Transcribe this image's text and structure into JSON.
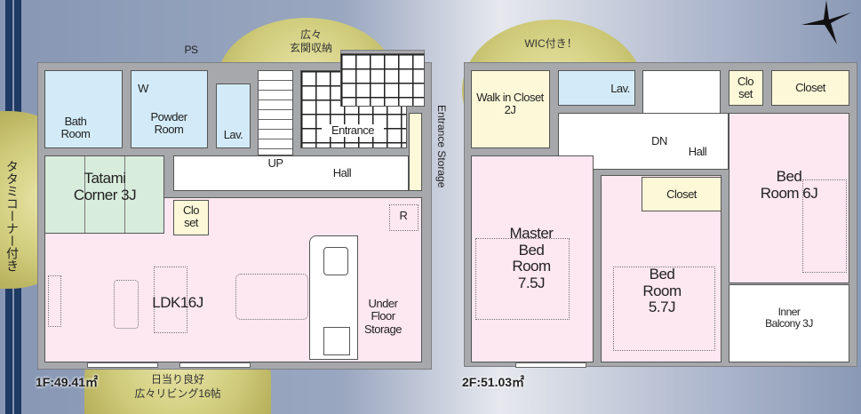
{
  "callouts": {
    "storage": "広々\n玄関収納",
    "tatami": "タタミコーナー付き",
    "living_1": "日当り良好",
    "living_2": "広々リビング16帖",
    "wic": "WIC付き！"
  },
  "floor1": {
    "area": "1F:49.41㎡",
    "rooms": {
      "bath": "Bath Room",
      "powder": "Powder Room",
      "washer": "W",
      "ps": "PS",
      "lav": "Lav.",
      "up": "UP",
      "entrance": "Entrance",
      "entrance_storage": "Entrance Storage",
      "hall": "Hall",
      "tatami": "Tatami Corner 3J",
      "closet": "Clo set",
      "ldk": "LDK16J",
      "under_floor": "Under Floor Storage",
      "r": "R"
    }
  },
  "floor2": {
    "area": "2F:51.03㎡",
    "rooms": {
      "wic": "Walk in Closet 2J",
      "lav": "Lav.",
      "dn": "DN",
      "hall": "Hall",
      "closet_small": "Clo set",
      "closet_top": "Closet",
      "master": "Master Bed Room 7.5J",
      "bed57": "Bed Room 5.7J",
      "closet_mid": "Closet",
      "bed6": "Bed Room 6J",
      "balcony": "Inner Balcony 3J"
    }
  }
}
